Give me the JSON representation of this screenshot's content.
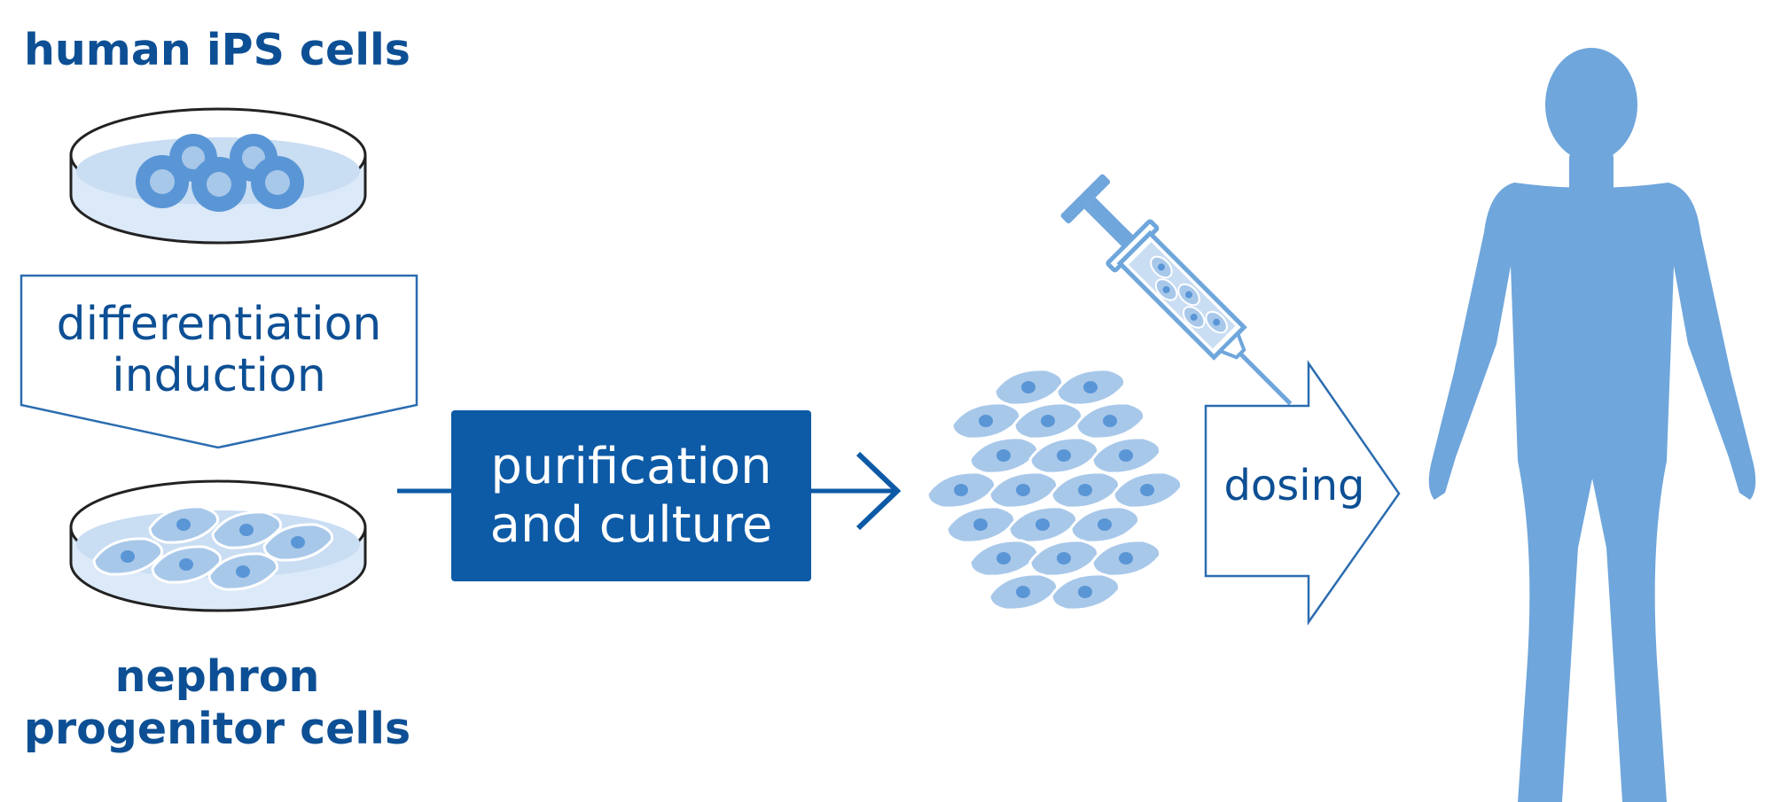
{
  "top_label": "human iPS cells",
  "differentiation": {
    "line1": "differentiation",
    "line2": "induction"
  },
  "bottom_label": {
    "line1": "nephron",
    "line2": "progenitor cells"
  },
  "purification": {
    "line1": "purification",
    "line2": "and culture"
  },
  "dosing_label": "dosing",
  "colors": {
    "dark_blue": "#0d5aa6",
    "text_blue": "#0d4f94",
    "light_blue": "#6fa6dc",
    "pale_blue": "#dce9f8"
  }
}
